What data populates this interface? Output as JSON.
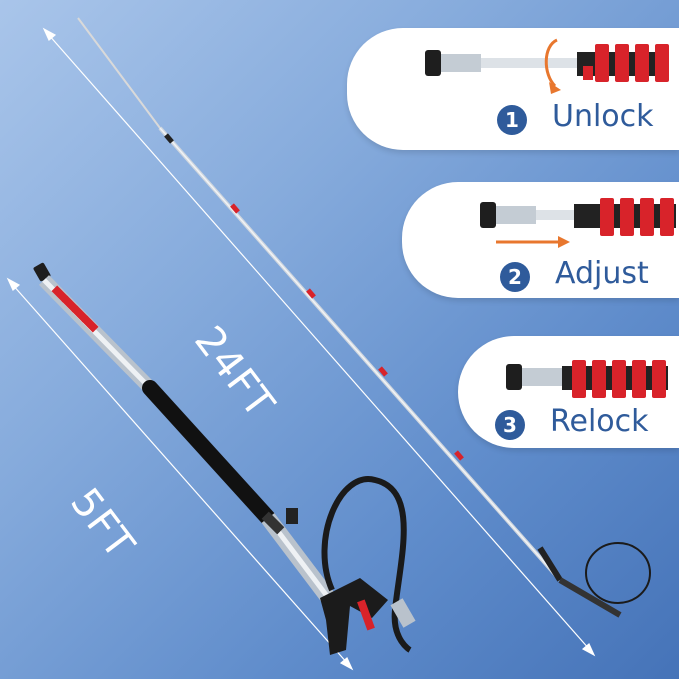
{
  "dimensions": {
    "extended_label": "24FT",
    "retracted_label": "5FT"
  },
  "steps": [
    {
      "number": "1",
      "label": "Unlock"
    },
    {
      "number": "2",
      "label": "Adjust"
    },
    {
      "number": "3",
      "label": "Relock"
    }
  ],
  "colors": {
    "background_light": "#a9c5ea",
    "background_dark": "#4573b8",
    "accent_red": "#d8232a",
    "step_blue": "#2f5b9b",
    "arrow_orange": "#e8772e"
  }
}
